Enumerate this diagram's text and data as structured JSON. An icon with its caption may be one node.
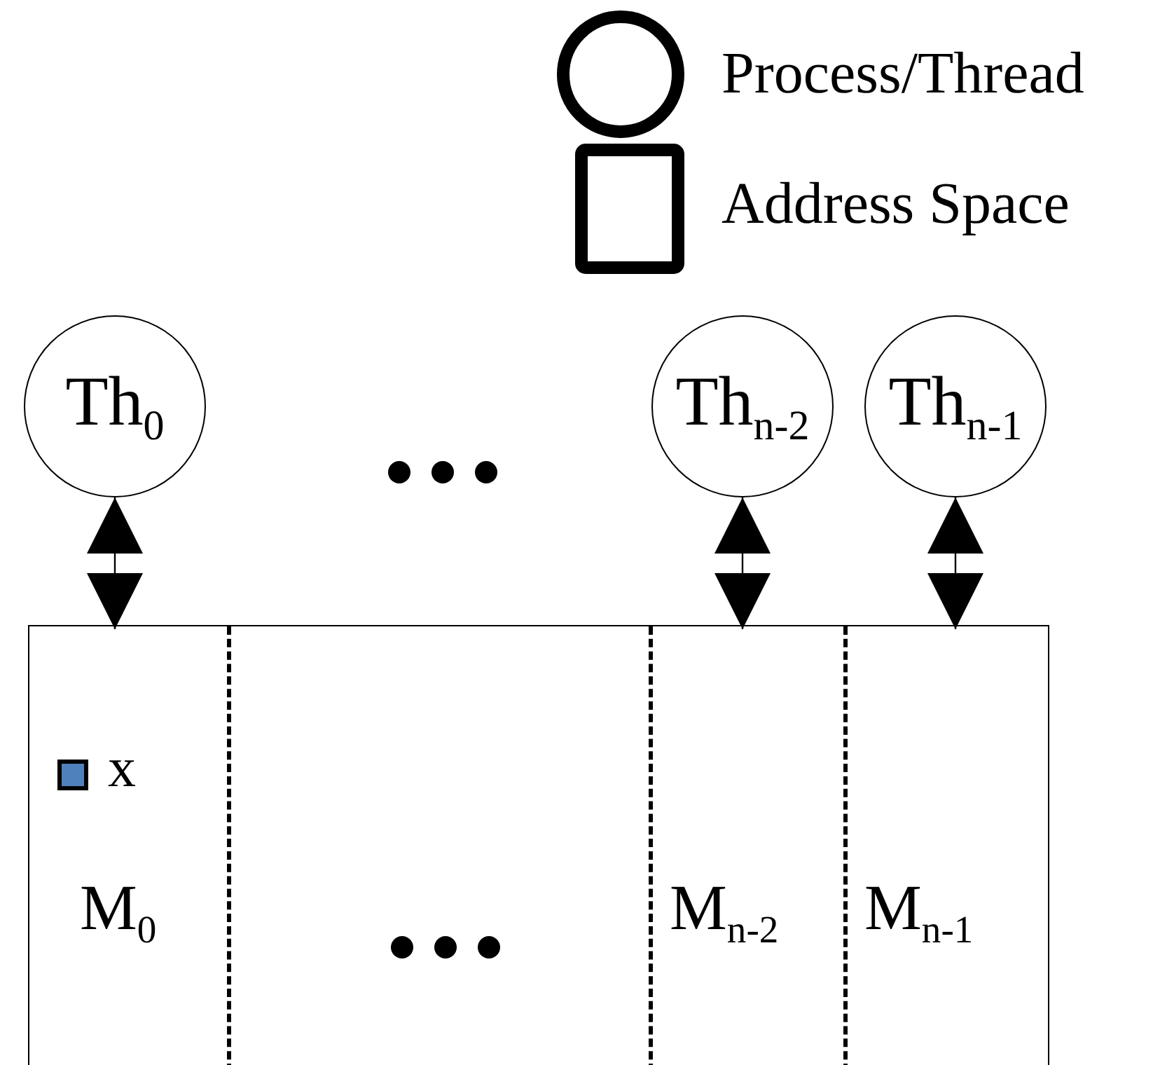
{
  "diagram": {
    "nodes": [
      {
        "text": [
          "Th$_{0}$"
        ]
      },
      {
        "text": [
          "Th$_{n-2}$"
        ]
      },
      {
        "text": [
          "Th$_{n-1}$"
        ]
      },
      {
        "text": [],
        "shape": "box"
      },
      {
        "text": [
          "M$_{0}$"
        ],
        "in": 3
      },
      {
        "text": [
          "M$_{n-2}$"
        ],
        "in": 3
      },
      {
        "text": [
          "M$_{n-1}$"
        ],
        "in": 3
      },
      {
        "text": [],
        "shape": "box",
        "beside": [
          "x"
        ],
        "in": 4
      }
    ],
    "edges": [
      {
        "from": 0,
        "to": 4,
        "arrow": "both"
      },
      {
        "from": 1,
        "to": 5,
        "arrow": "both"
      },
      {
        "from": 2,
        "to": 6,
        "arrow": "both"
      }
    ],
    "legend": [
      {
        "text": "Process/Thread"
      },
      {
        "text": "Address Space"
      }
    ]
  }
}
